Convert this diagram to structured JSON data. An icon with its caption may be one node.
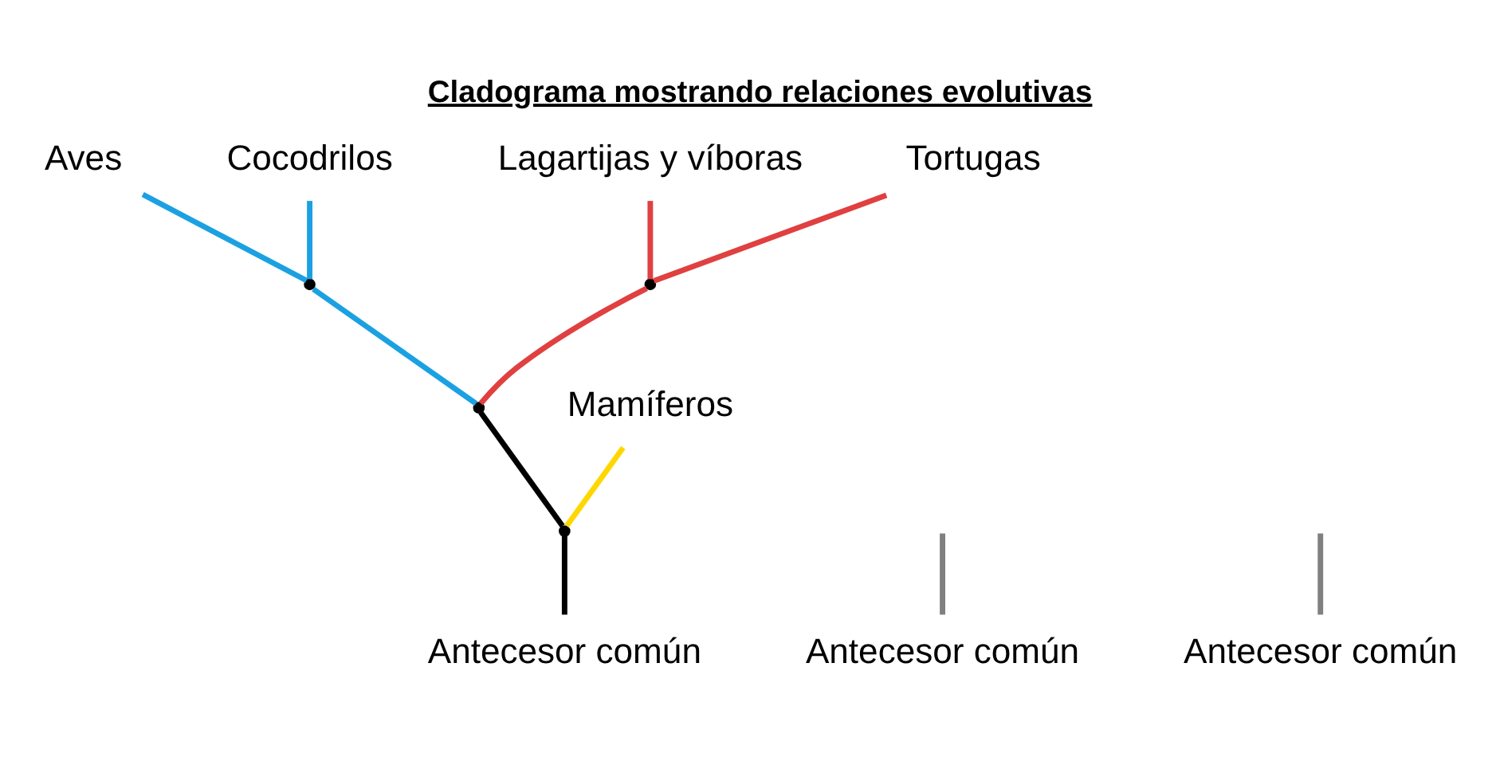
{
  "diagram": {
    "title": "Cladograma mostrando relaciones evolutivas",
    "nodes": [
      {
        "text": [
          "Aves"
        ]
      },
      {
        "text": [
          "Cocodrilos"
        ]
      },
      {
        "text": [
          "Lagartijas y víboras"
        ]
      },
      {
        "text": [
          "Tortugas"
        ]
      },
      {
        "text": [
          "Mamíferos"
        ]
      },
      {
        "text": [
          "Antecesor común"
        ]
      },
      {
        "text": [
          "Antecesor común"
        ]
      },
      {
        "text": [
          "Antecesor común"
        ]
      },
      {
        "text": [],
        "shape": "point"
      },
      {
        "text": [],
        "shape": "point"
      },
      {
        "text": [],
        "shape": "point"
      },
      {
        "text": [],
        "shape": "point"
      }
    ],
    "edges": [
      {
        "from": 7,
        "to": 11,
        "arrow": "none",
        "color": "#000000"
      },
      {
        "from": 11,
        "to": 10,
        "arrow": "none",
        "color": "#000000"
      },
      {
        "from": 11,
        "to": 4,
        "arrow": "none",
        "color": "#ffd700"
      },
      {
        "from": 10,
        "to": 9,
        "arrow": "none",
        "color": "#1ba1e2"
      },
      {
        "from": 10,
        "to": 8,
        "arrow": "none",
        "color": "#e04040"
      },
      {
        "from": 9,
        "to": 0,
        "arrow": "none",
        "color": "#1ba1e2"
      },
      {
        "from": 9,
        "to": 1,
        "arrow": "none",
        "color": "#1ba1e2"
      },
      {
        "from": 8,
        "to": 2,
        "arrow": "none",
        "color": "#e04040"
      },
      {
        "from": 8,
        "to": 3,
        "arrow": "none",
        "color": "#e04040"
      },
      {
        "from": 5,
        "to": null,
        "arrow": "none",
        "color": "#808080"
      },
      {
        "from": 6,
        "to": null,
        "arrow": "none",
        "color": "#808080"
      }
    ]
  }
}
